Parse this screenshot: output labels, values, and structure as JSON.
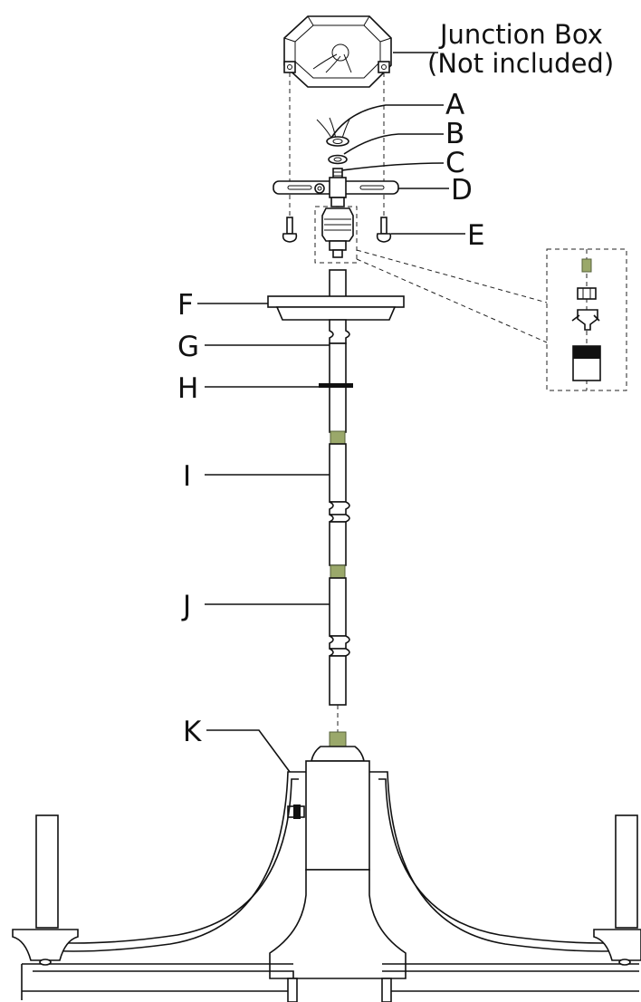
{
  "labels": {
    "junction_box_line1": "Junction Box",
    "junction_box_line2": "(Not included)",
    "a": "A",
    "b": "B",
    "c": "C",
    "d": "D",
    "e": "E",
    "f": "F",
    "g": "G",
    "h": "H",
    "i": "I",
    "j": "J",
    "k": "K"
  },
  "colors": {
    "thread": "#9aa86a",
    "line": "#111111"
  }
}
